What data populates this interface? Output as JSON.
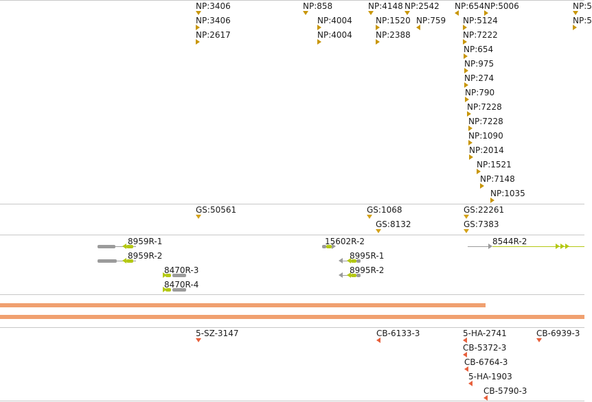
{
  "colors": {
    "np_marker": "#c8960a",
    "gs_marker": "#d4a21a",
    "gene_gray": "#9b9b9b",
    "gene_green": "#b4c814",
    "cb_marker": "#e8603c",
    "highlight_bar": "#f0a070",
    "divider": "#c8c8c8"
  },
  "np_track": {
    "features": [
      {
        "label": "NP:3406",
        "marker": "down"
      },
      {
        "label": "NP:3406",
        "marker": "right"
      },
      {
        "label": "NP:2617",
        "marker": "right"
      },
      {
        "label": "NP:858",
        "marker": "down"
      },
      {
        "label": "NP:4004",
        "marker": "right"
      },
      {
        "label": "NP:4004",
        "marker": "right"
      },
      {
        "label": "NP:4148",
        "marker": "down"
      },
      {
        "label": "NP:2542",
        "marker": "down"
      },
      {
        "label": "NP:1520",
        "marker": "right"
      },
      {
        "label": "NP:759",
        "marker": "left"
      },
      {
        "label": "NP:2388",
        "marker": "right"
      },
      {
        "label": "NP:654",
        "marker": "left"
      },
      {
        "label": "NP:5006",
        "marker": "right"
      },
      {
        "label": "NP:5124",
        "marker": "right"
      },
      {
        "label": "NP:7222",
        "marker": "right"
      },
      {
        "label": "NP:654",
        "marker": "right"
      },
      {
        "label": "NP:975",
        "marker": "right"
      },
      {
        "label": "NP:274",
        "marker": "right"
      },
      {
        "label": "NP:790",
        "marker": "right"
      },
      {
        "label": "NP:7228",
        "marker": "right"
      },
      {
        "label": "NP:7228",
        "marker": "right"
      },
      {
        "label": "NP:1090",
        "marker": "right"
      },
      {
        "label": "NP:2014",
        "marker": "right"
      },
      {
        "label": "NP:1521",
        "marker": "right"
      },
      {
        "label": "NP:7148",
        "marker": "right"
      },
      {
        "label": "NP:1035",
        "marker": "right"
      },
      {
        "label": "NP:5",
        "marker": "down"
      },
      {
        "label": "NP:5",
        "marker": "right"
      }
    ]
  },
  "gs_track": {
    "features": [
      {
        "label": "GS:50561",
        "marker": "down"
      },
      {
        "label": "GS:1068",
        "marker": "down"
      },
      {
        "label": "GS:8132",
        "marker": "down"
      },
      {
        "label": "GS:22261",
        "marker": "down"
      },
      {
        "label": "GS:7383",
        "marker": "down"
      }
    ]
  },
  "gene_track": {
    "genes": [
      {
        "label": "8959R-1"
      },
      {
        "label": "8959R-2"
      },
      {
        "label": "8470R-3"
      },
      {
        "label": "8470R-4"
      },
      {
        "label": "15602R-2"
      },
      {
        "label": "8995R-1"
      },
      {
        "label": "8995R-2"
      },
      {
        "label": "8544R-2"
      }
    ]
  },
  "cb_track": {
    "features": [
      {
        "label": "5-SZ-3147",
        "marker": "down"
      },
      {
        "label": "CB-6133-3",
        "marker": "left"
      },
      {
        "label": "5-HA-2741",
        "marker": "left"
      },
      {
        "label": "CB-6939-3",
        "marker": "down"
      },
      {
        "label": "CB-5372-3",
        "marker": "left"
      },
      {
        "label": "CB-6764-3",
        "marker": "left"
      },
      {
        "label": "5-HA-1903",
        "marker": "left"
      },
      {
        "label": "CB-5790-3",
        "marker": "left"
      }
    ]
  }
}
